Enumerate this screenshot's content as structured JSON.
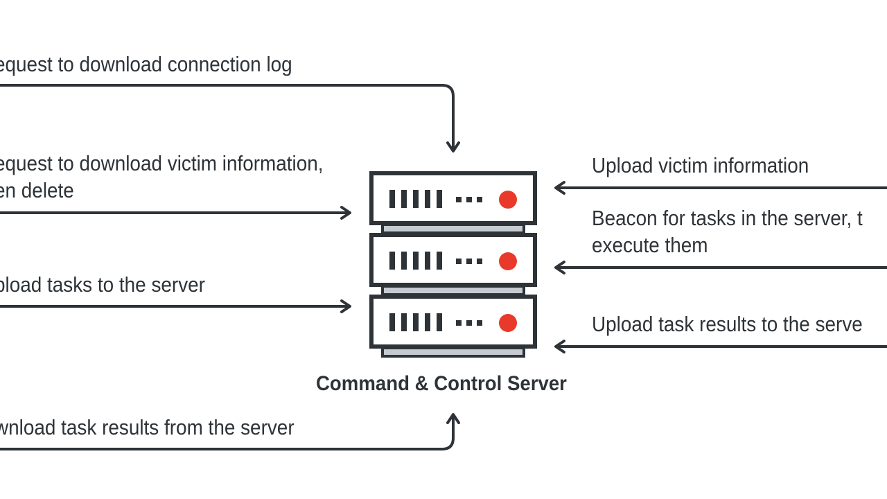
{
  "left_flows": [
    {
      "lines": [
        "equest to download connection log"
      ]
    },
    {
      "lines": [
        "equest to download victim information,",
        "en delete"
      ]
    },
    {
      "lines": [
        "pload tasks to the server"
      ]
    },
    {
      "lines": [
        "wnload task results from the server"
      ]
    }
  ],
  "right_flows": [
    {
      "lines": [
        "Upload victim information"
      ]
    },
    {
      "lines": [
        "Beacon for tasks in the server, t",
        "execute them"
      ]
    },
    {
      "lines": [
        "Upload task results to the serve"
      ]
    }
  ],
  "server": {
    "caption": "Command & Control Server",
    "units": 3,
    "led_color": "#e8392b"
  },
  "colors": {
    "line": "#2e3338",
    "rail": "#c5cbd1",
    "server_fill": "#ffffff"
  }
}
